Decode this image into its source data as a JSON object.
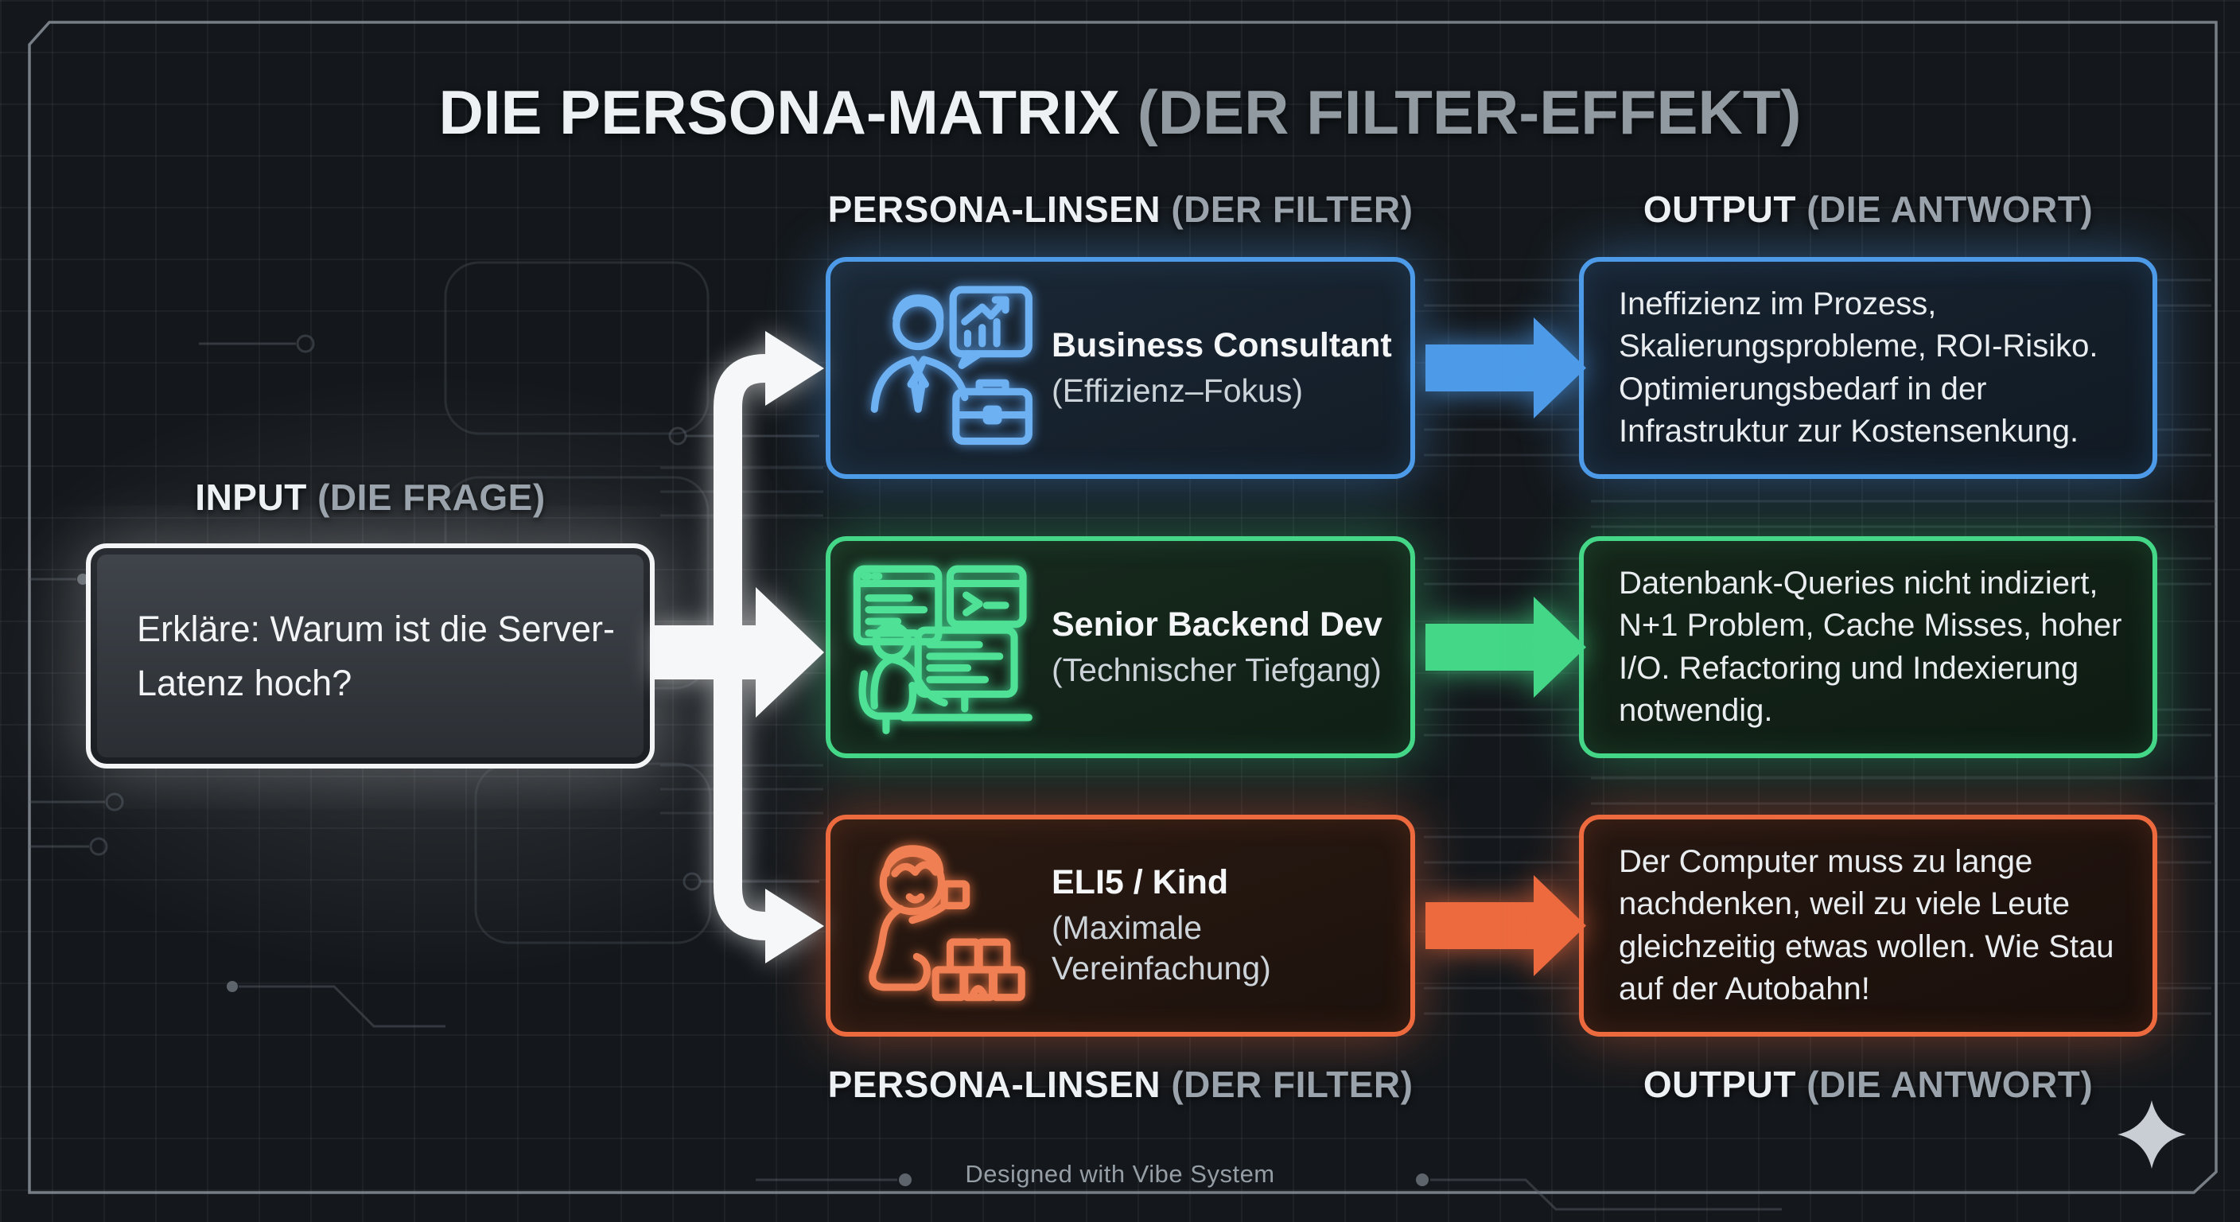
{
  "theme": {
    "background": "#14181c",
    "frame": "#8a9198",
    "accent_blue": "#4d9be8",
    "accent_green": "#43d787",
    "accent_orange": "#ec6a3e",
    "input_border": "#f2f4f6",
    "text_primary": "#eef1f4",
    "text_muted": "#9aa2ab"
  },
  "title": {
    "main": "DIE PERSONA-MATRIX",
    "sub": " (DER FILTER-EFFEKT)"
  },
  "headers": {
    "personas": {
      "main": "PERSONA-LINSEN",
      "sub": " (DER FILTER)"
    },
    "output": {
      "main": "OUTPUT",
      "sub": " (DIE ANTWORT)"
    }
  },
  "input": {
    "label_main": "INPUT",
    "label_sub": " (DIE FRAGE)",
    "question": "Erkläre: Warum ist die Server-Latenz hoch?"
  },
  "personas": [
    {
      "name": "Business Consultant",
      "subtitle": "(Effizienz–Fokus)",
      "icon": "consultant-icon",
      "color": "#4d9be8",
      "output": "Ineffizienz im Prozess, Skalierungsprobleme, ROI-Risiko. Optimierungsbedarf in der Infrastruktur zur Kostensenkung."
    },
    {
      "name": "Senior Backend Dev",
      "subtitle": "(Technischer Tiefgang)",
      "icon": "developer-icon",
      "color": "#43d787",
      "output": "Datenbank-Queries nicht indiziert, N+1 Problem, Cache Misses, hoher I/O. Refactoring und Indexierung notwendig."
    },
    {
      "name": "ELI5 / Kind",
      "subtitle": "(Maximale Vereinfachung)",
      "icon": "child-blocks-icon",
      "color": "#ec6a3e",
      "output": "Der Computer muss zu lange nachdenken, weil zu viele Leute gleichzeitig etwas wollen. Wie Stau auf der Autobahn!"
    }
  ],
  "footer": {
    "credit": "Designed with Vibe System"
  }
}
